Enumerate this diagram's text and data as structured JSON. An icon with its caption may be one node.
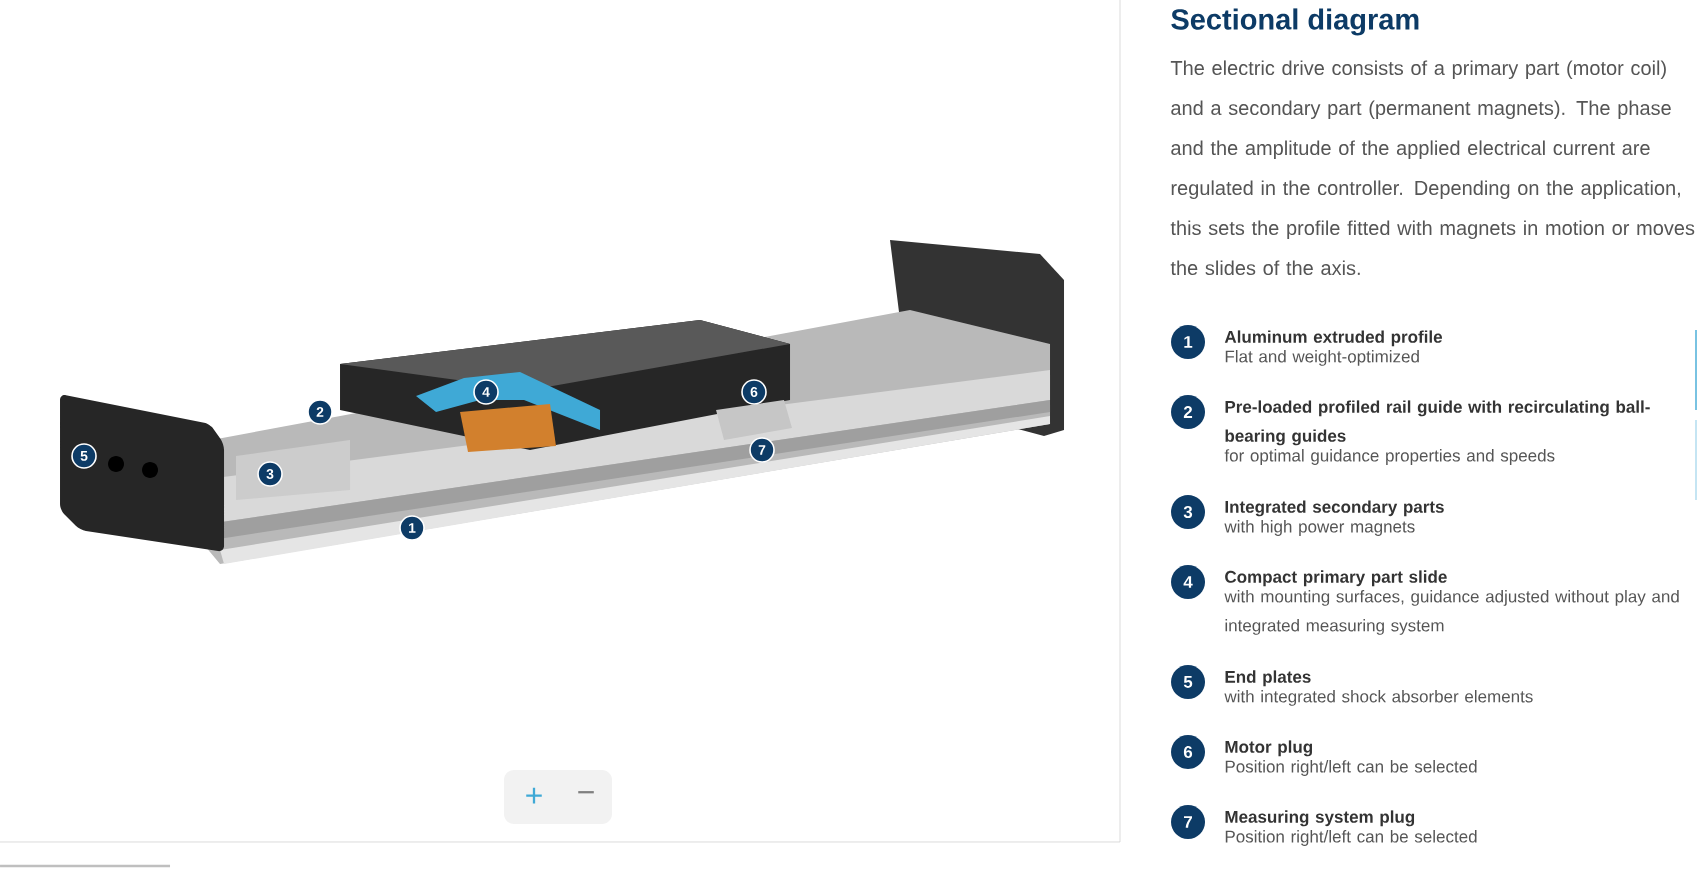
{
  "diagram": {
    "title": "Sectional diagram",
    "nodes": [
      {
        "text": [
          "1"
        ]
      },
      {
        "text": [
          "2"
        ]
      },
      {
        "text": [
          "3"
        ]
      },
      {
        "text": [
          "4"
        ]
      },
      {
        "text": [
          "5"
        ]
      },
      {
        "text": [
          "6"
        ]
      },
      {
        "text": [
          "7"
        ]
      },
      {
        "text": [
          "1"
        ],
        "beside": [
          "Aluminum extruded profile",
          "Flat and weight-optimized"
        ]
      },
      {
        "text": [
          "2"
        ],
        "beside": [
          "Pre-loaded profiled rail guide with recirculating ball-bearing guides",
          "for optimal guidance properties and speeds"
        ]
      },
      {
        "text": [
          "3"
        ],
        "beside": [
          "Integrated secondary parts",
          "with high power magnets"
        ]
      },
      {
        "text": [
          "4"
        ],
        "beside": [
          "Compact primary part slide",
          "with mounting surfaces, guidance adjusted without play and integrated measuring system"
        ]
      },
      {
        "text": [
          "5"
        ],
        "beside": [
          "End plates",
          "with integrated shock absorber elements"
        ]
      },
      {
        "text": [
          "6"
        ],
        "beside": [
          "Motor plug",
          "Position right/left can be selected"
        ]
      },
      {
        "text": [
          "7"
        ],
        "beside": [
          "Measuring system plug",
          "Position right/left can be selected"
        ]
      }
    ],
    "labels": [
      "The electric drive consists of a primary part (motor coil) and a secondary part (permanent magnets). The phase and the amplitude of the applied electrical current are regulated in the controller. Depending on the application, this sets the profile fitted with magnets in motion or moves the slides of the axis.",
      "+",
      "−"
    ]
  }
}
